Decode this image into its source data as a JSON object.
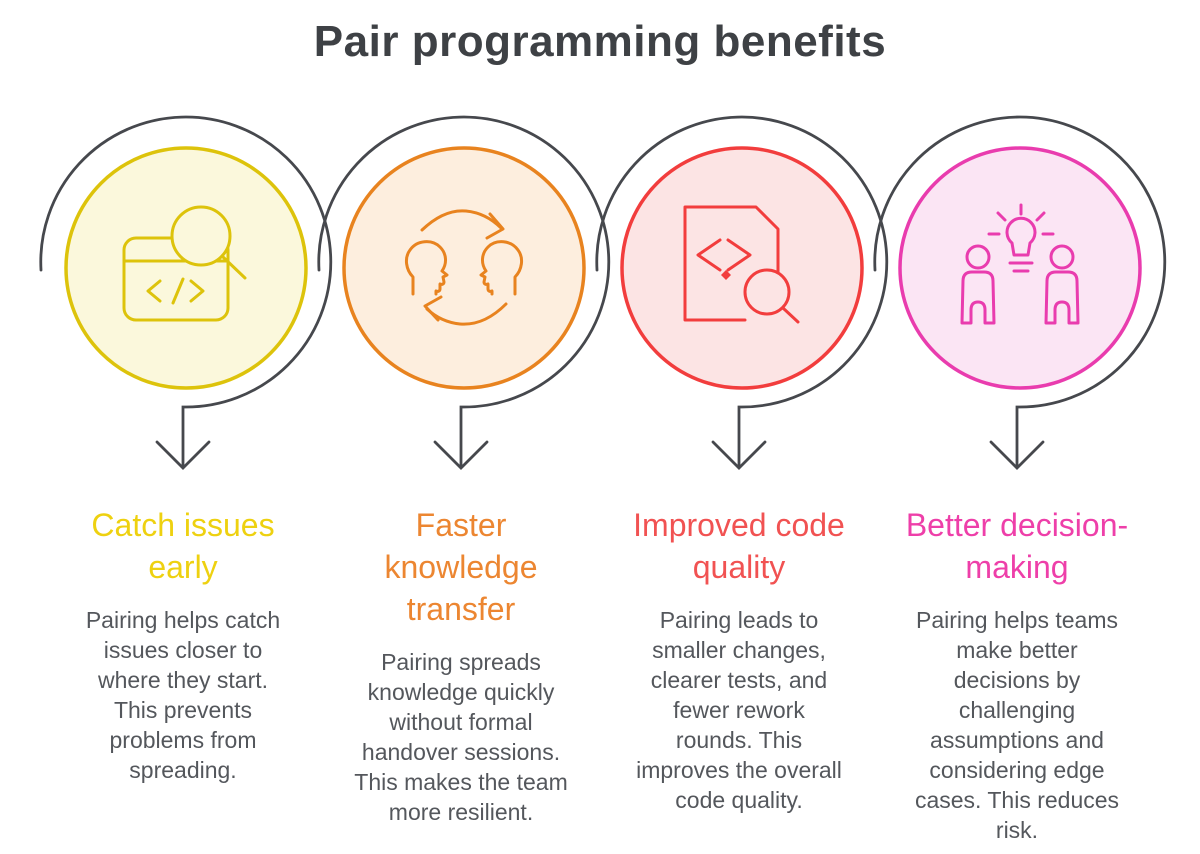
{
  "title": "Pair programming benefits",
  "colors": {
    "title": "#3e4145",
    "body_text": "#54575c",
    "connector": "#46484d",
    "background": "#ffffff"
  },
  "items": [
    {
      "heading": "Catch issues\nearly",
      "body": "Pairing helps catch\nissues closer to\nwhere they start.\nThis prevents\nproblems from\nspreading.",
      "icon": "code-window-magnifier-icon",
      "circle_stroke": "#ddc30b",
      "circle_fill": "#fbf8dc",
      "heading_color": "#eed110"
    },
    {
      "heading": "Faster\nknowledge\ntransfer",
      "body": "Pairing spreads\nknowledge quickly\nwithout formal\nhandover sessions.\nThis makes the team\nmore resilient.",
      "icon": "knowledge-transfer-icon",
      "circle_stroke": "#e8831f",
      "circle_fill": "#fdeede",
      "heading_color": "#ec8631"
    },
    {
      "heading": "Improved code\nquality",
      "body": "Pairing leads to\nsmaller changes,\nclearer tests, and\nfewer rework\nrounds. This\nimproves the overall\ncode quality.",
      "icon": "code-document-magnifier-icon",
      "circle_stroke": "#f23d3d",
      "circle_fill": "#fce4e4",
      "heading_color": "#f15252"
    },
    {
      "heading": "Better decision-\nmaking",
      "body": "Pairing helps teams\nmake better\ndecisions by\nchallenging\nassumptions and\nconsidering edge\ncases. This reduces\nrisk.",
      "icon": "team-idea-icon",
      "circle_stroke": "#e93cae",
      "circle_fill": "#fbe5f4",
      "heading_color": "#ee3fa9"
    }
  ]
}
